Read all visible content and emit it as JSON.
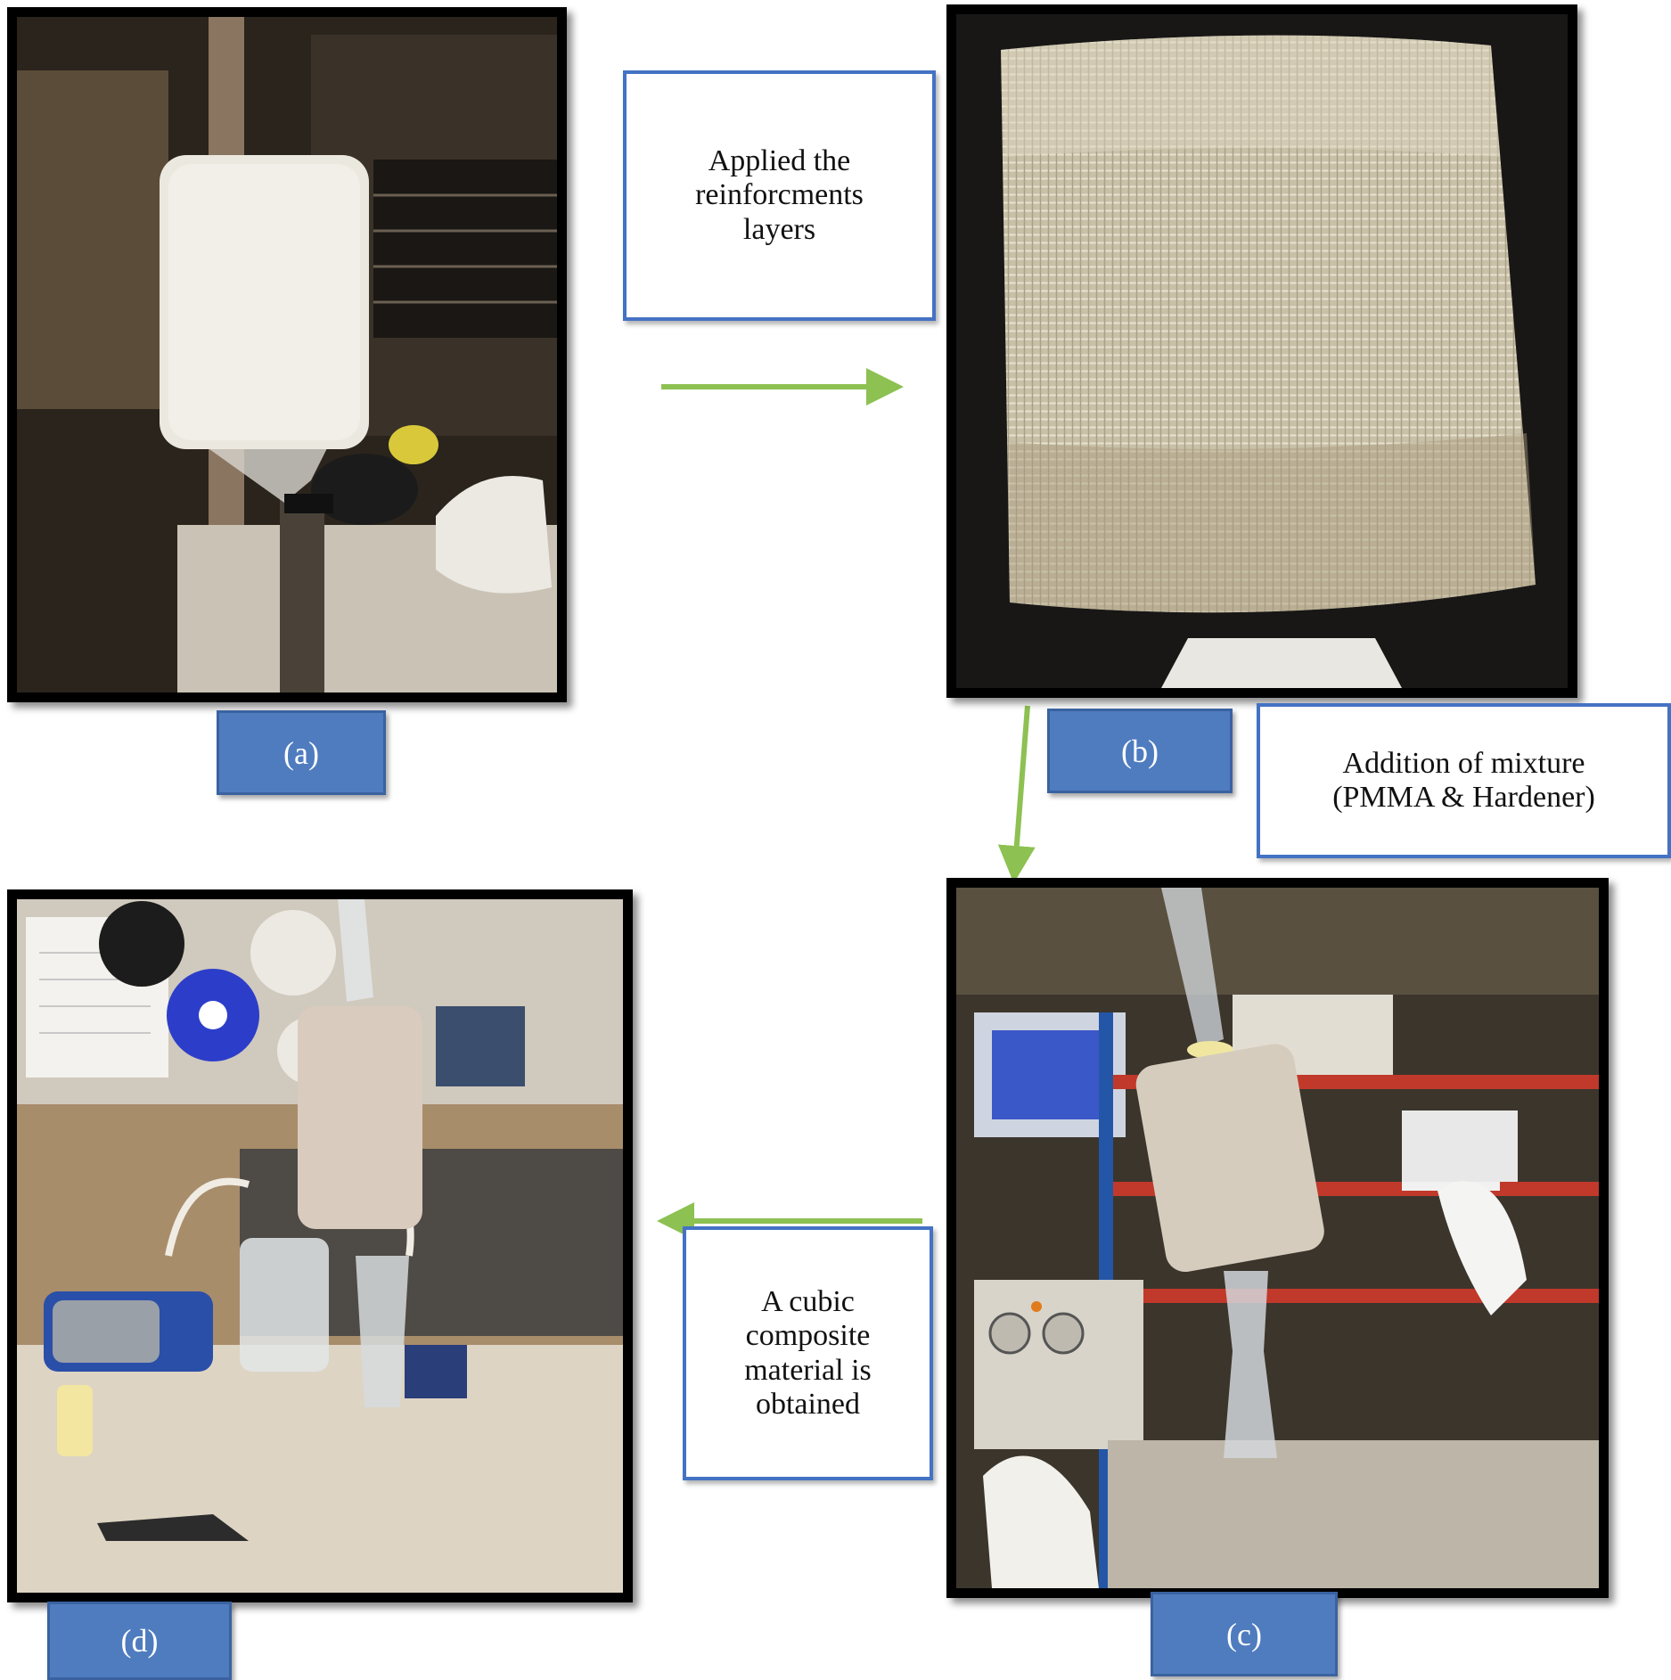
{
  "panels": [
    {
      "id": "a",
      "label": "(a)"
    },
    {
      "id": "b",
      "label": "(b)"
    },
    {
      "id": "c",
      "label": "(c)"
    },
    {
      "id": "d",
      "label": "(d)"
    }
  ],
  "steps": {
    "a_to_b": "Applied the\nreinforcments\nlayers",
    "b_to_c": "Addition of mixture\n(PMMA & Hardener)",
    "c_to_d": "A cubic\ncomposite\nmaterial is\nobtained"
  },
  "colors": {
    "label_fill": "#4f7cbf",
    "note_border": "#4472c4",
    "arrow": "#8dc152"
  }
}
